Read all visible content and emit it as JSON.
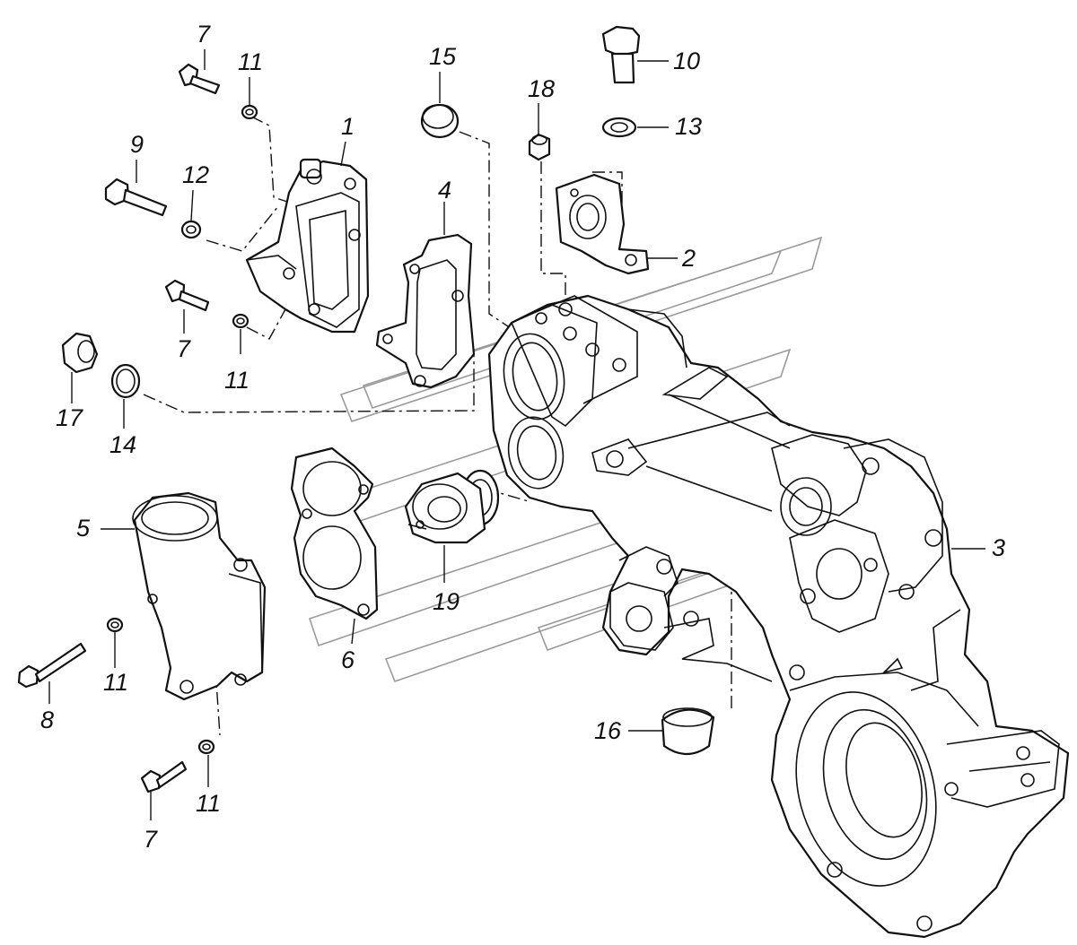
{
  "callouts": [
    {
      "id": "c1",
      "text": "1"
    },
    {
      "id": "c2",
      "text": "2"
    },
    {
      "id": "c3",
      "text": "3"
    },
    {
      "id": "c4",
      "text": "4"
    },
    {
      "id": "c5",
      "text": "5"
    },
    {
      "id": "c6",
      "text": "6"
    },
    {
      "id": "c7a",
      "text": "7"
    },
    {
      "id": "c7b",
      "text": "7"
    },
    {
      "id": "c7c",
      "text": "7"
    },
    {
      "id": "c8",
      "text": "8"
    },
    {
      "id": "c9",
      "text": "9"
    },
    {
      "id": "c10",
      "text": "10"
    },
    {
      "id": "c11a",
      "text": "11"
    },
    {
      "id": "c11b",
      "text": "11"
    },
    {
      "id": "c11c",
      "text": "11"
    },
    {
      "id": "c11d",
      "text": "11"
    },
    {
      "id": "c12",
      "text": "12"
    },
    {
      "id": "c13",
      "text": "13"
    },
    {
      "id": "c14",
      "text": "14"
    },
    {
      "id": "c15",
      "text": "15"
    },
    {
      "id": "c16",
      "text": "16"
    },
    {
      "id": "c17",
      "text": "17"
    },
    {
      "id": "c18",
      "text": "18"
    },
    {
      "id": "c19",
      "text": "19"
    }
  ],
  "colors": {
    "line": "#111111",
    "background": "#ffffff",
    "watermark": "#9a9a9a"
  }
}
